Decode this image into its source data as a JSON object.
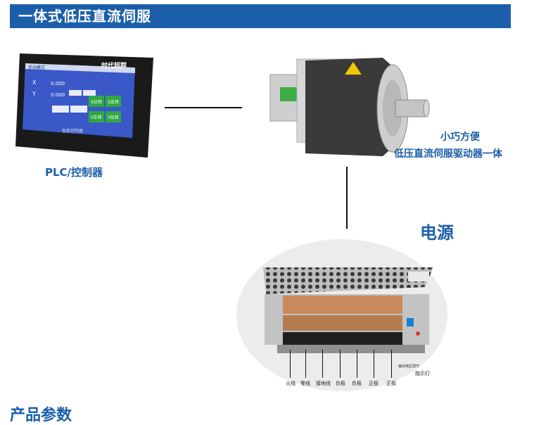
{
  "header": {
    "title": "一体式低压直流伺服"
  },
  "hmi": {
    "brand": "时代超群",
    "screen_title": "手动模式",
    "axis_x": "X",
    "axis_y": "Y",
    "value_x": "0.000",
    "value_y": "0.000",
    "btn_forward_1": "X正转",
    "btn_reverse_1": "X反转",
    "btn_forward_2": "Y正转",
    "btn_reverse_2": "Y反转",
    "footer": "智能控制器",
    "label": "PLC/控制器"
  },
  "servo": {
    "caption_line1": "小巧方便",
    "caption_line2": "低压直流伺服驱动器一体"
  },
  "power": {
    "label": "电源",
    "terminals": [
      "火线",
      "零线",
      "接地线",
      "负极",
      "负极",
      "正极",
      "正极"
    ],
    "indicator": "指示灯",
    "adjust": "输出电压调节"
  },
  "colors": {
    "accent": "#1b5faa",
    "screen": "#3a58c8",
    "button_green": "#2fa843"
  },
  "footer_cut": "产品参数"
}
